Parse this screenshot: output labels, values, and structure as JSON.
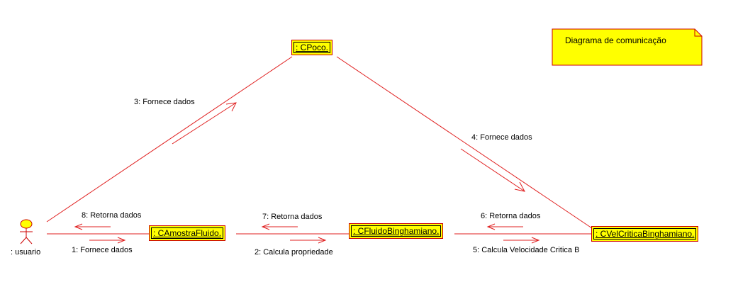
{
  "note": {
    "text": "Diagrama de comunicação"
  },
  "actor": {
    "label": ": usuario"
  },
  "objects": {
    "poco": ": CPoco.",
    "amostra": ": CAmostraFluido.",
    "fluido": ": CFluidoBinghamiano.",
    "velcritica": ": CVelCriticaBinghamiano."
  },
  "messages": {
    "m1": "1: Fornece dados",
    "m2": "2: Calcula propriedade",
    "m3": "3: Fornece dados",
    "m4": "4: Fornece dados",
    "m5": "5: Calcula Velocidade Critica B",
    "m6": "6: Retorna dados",
    "m7": "7: Retorna dados",
    "m8": "8: Retorna dados"
  },
  "colors": {
    "link": "#e02020",
    "object_fill": "#ffff00",
    "object_border": "#cc0000",
    "note_fill": "#ffff00"
  }
}
